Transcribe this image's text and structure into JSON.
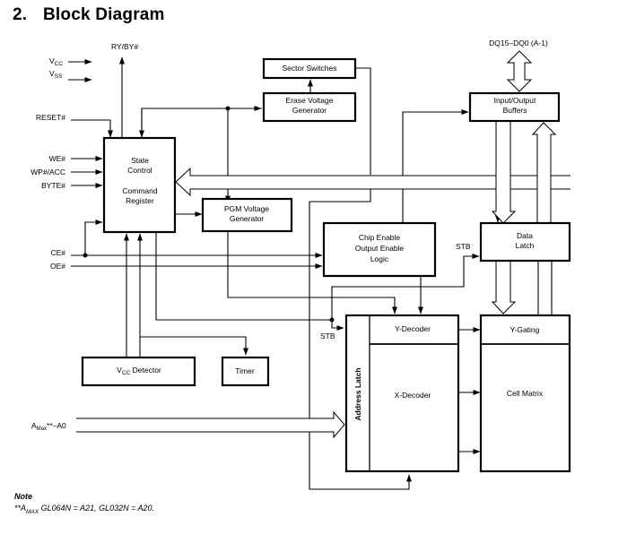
{
  "section": {
    "number": "2.",
    "title": "Block Diagram"
  },
  "signals": {
    "vcc": "V",
    "vcc_sub": "CC",
    "vss": "V",
    "vss_sub": "SS",
    "ry_by": "RY/BY#",
    "reset": "RESET#",
    "we": "WE#",
    "wp_acc": "WP#/ACC",
    "byte": "BYTE#",
    "ce": "CE#",
    "oe": "OE#",
    "dq": "DQ15–DQ0 (A-1)",
    "stb_upper": "STB",
    "stb_lower": "STB",
    "addr_main": "A",
    "addr_sub": "Max",
    "addr_tail": "**–A0"
  },
  "blocks": {
    "state_control": {
      "line1": "State",
      "line2": "Control",
      "line3": "Command",
      "line4": "Register"
    },
    "sector_switches": "Sector Switches",
    "erase_voltage": {
      "line1": "Erase Voltage",
      "line2": "Generator"
    },
    "pgm_voltage": {
      "line1": "PGM Voltage",
      "line2": "Generator"
    },
    "io_buffers": {
      "line1": "Input/Output",
      "line2": "Buffers"
    },
    "chip_enable": {
      "line1": "Chip Enable",
      "line2": "Output Enable",
      "line3": "Logic"
    },
    "data_latch": {
      "line1": "Data",
      "line2": "Latch"
    },
    "y_decoder": "Y-Decoder",
    "x_decoder": "X-Decoder",
    "address_latch": "Address Latch",
    "y_gating": "Y-Gating",
    "cell_matrix": "Cell Matrix",
    "vcc_detector": {
      "main": "V",
      "sub": "CC",
      "tail": " Detector"
    },
    "timer": "Timer"
  },
  "note": {
    "heading": "Note",
    "prefix": "**A",
    "sub": "MAX",
    "text": " GL064N = A21, GL032N = A20."
  }
}
